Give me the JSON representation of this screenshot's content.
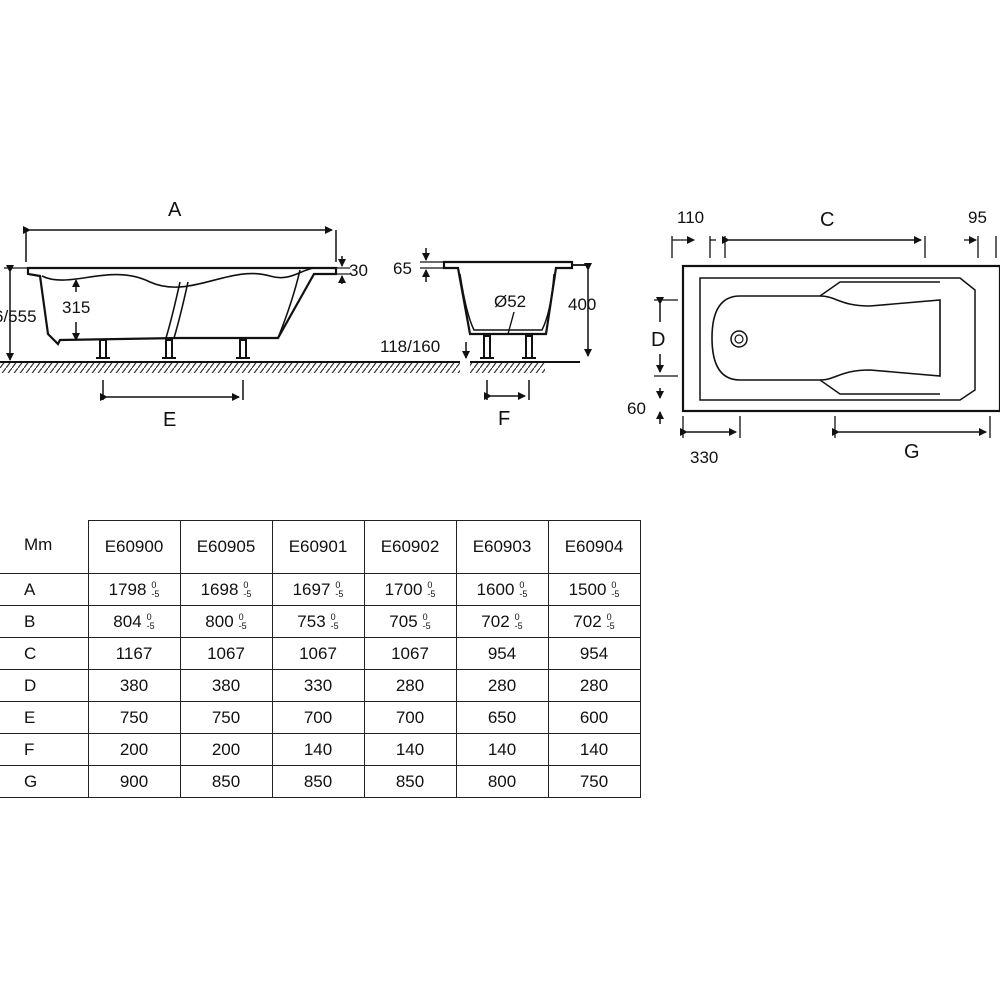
{
  "side_view": {
    "a_label": "A",
    "e_label": "E",
    "dim_rim_30": "30",
    "dim_depth_315": "315",
    "dim_height": "6/555"
  },
  "end_view": {
    "f_label": "F",
    "dim_rim_65": "65",
    "dim_drain": "Ø52",
    "dim_depth_400": "400",
    "dim_feet": "118/160"
  },
  "top_view": {
    "c_label": "C",
    "d_label": "D",
    "g_label": "G",
    "dim_110": "110",
    "dim_95": "95",
    "dim_60": "60",
    "dim_330": "330"
  },
  "table": {
    "corner": "Mm",
    "models": [
      "E60900",
      "E60905",
      "E60901",
      "E60902",
      "E60903",
      "E60904"
    ],
    "rows": [
      {
        "label": "A",
        "values": [
          "1798",
          "1698",
          "1697",
          "1700",
          "1600",
          "1500"
        ],
        "tol_top": "0",
        "tol_bottom": "-5"
      },
      {
        "label": "B",
        "values": [
          "804",
          "800",
          "753",
          "705",
          "702",
          "702"
        ],
        "tol_top": "0",
        "tol_bottom": "-5"
      },
      {
        "label": "C",
        "values": [
          "1167",
          "1067",
          "1067",
          "1067",
          "954",
          "954"
        ]
      },
      {
        "label": "D",
        "values": [
          "380",
          "380",
          "330",
          "280",
          "280",
          "280"
        ]
      },
      {
        "label": "E",
        "values": [
          "750",
          "750",
          "700",
          "700",
          "650",
          "600"
        ]
      },
      {
        "label": "F",
        "values": [
          "200",
          "200",
          "140",
          "140",
          "140",
          "140"
        ]
      },
      {
        "label": "G",
        "values": [
          "900",
          "850",
          "850",
          "850",
          "800",
          "750"
        ]
      }
    ]
  }
}
